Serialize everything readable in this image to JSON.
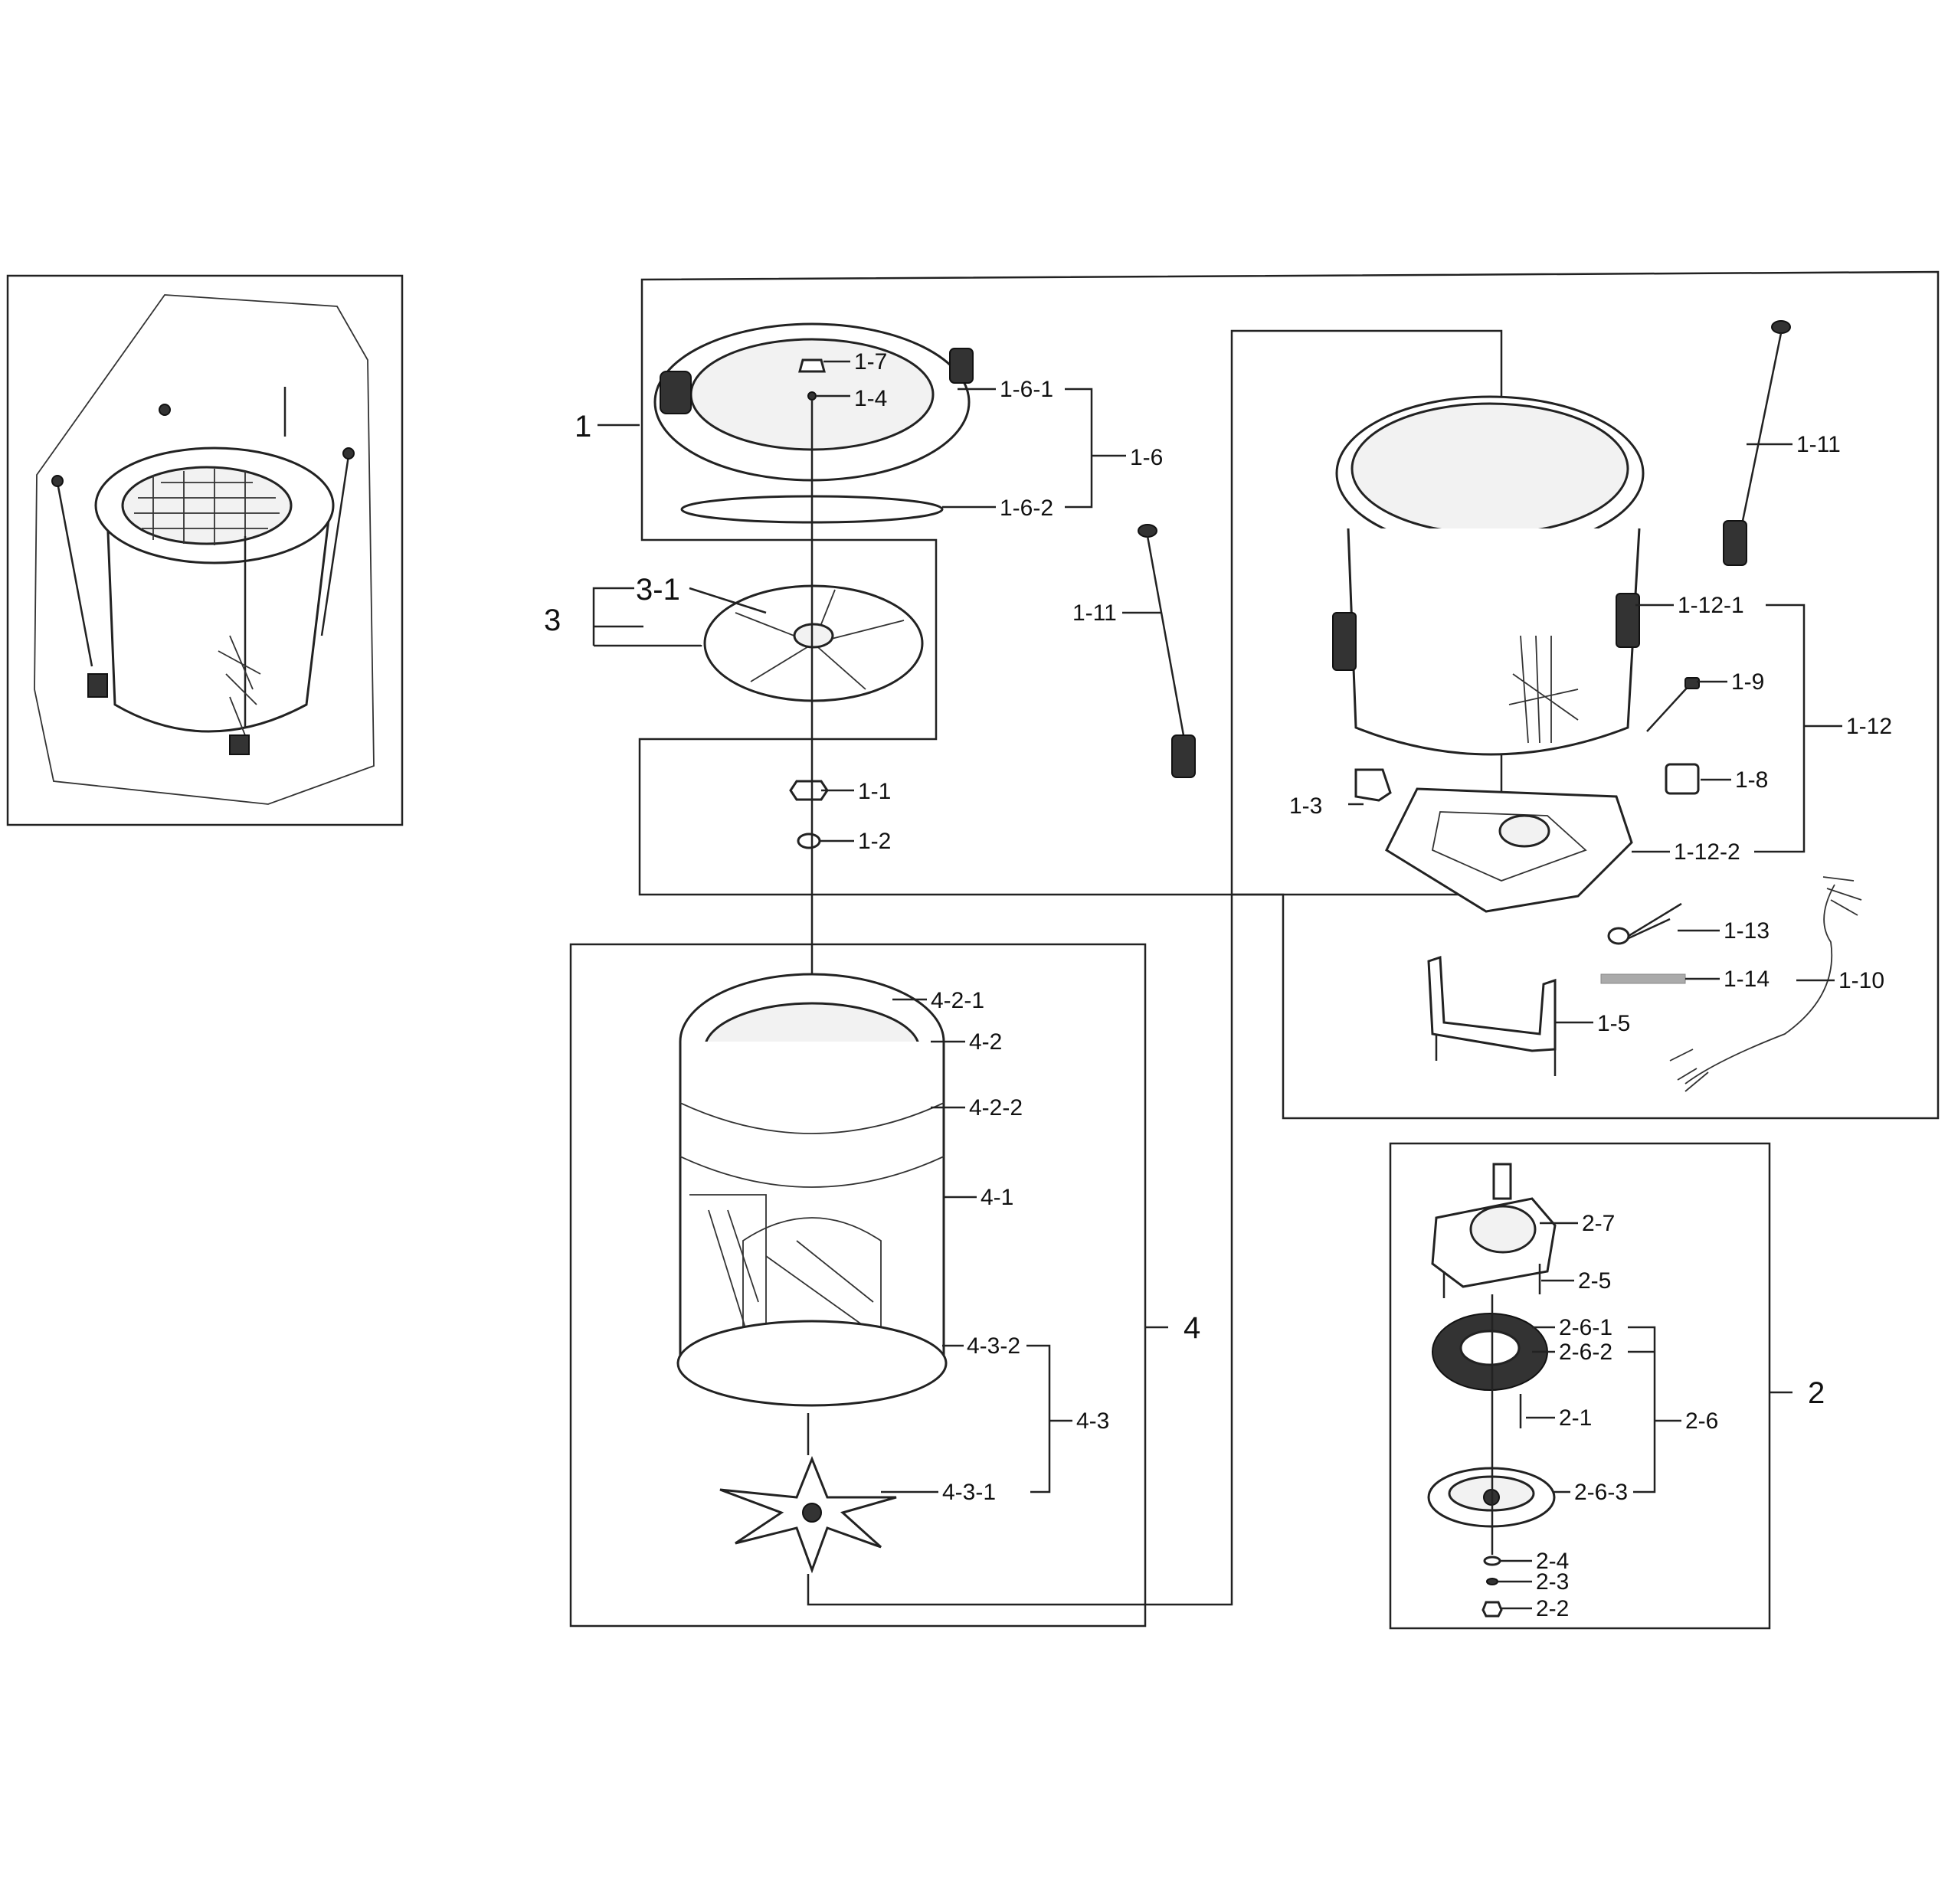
{
  "labels": {
    "l1": "1",
    "l1_1": "1-1",
    "l1_2": "1-2",
    "l1_3": "1-3",
    "l1_4": "1-4",
    "l1_5": "1-5",
    "l1_6": "1-6",
    "l1_6_1": "1-6-1",
    "l1_6_2": "1-6-2",
    "l1_7": "1-7",
    "l1_8": "1-8",
    "l1_9": "1-9",
    "l1_10": "1-10",
    "l1_11a": "1-11",
    "l1_11b": "1-11",
    "l1_12": "1-12",
    "l1_12_1": "1-12-1",
    "l1_12_2": "1-12-2",
    "l1_13": "1-13",
    "l1_14": "1-14",
    "l2": "2",
    "l2_1": "2-1",
    "l2_2": "2-2",
    "l2_3": "2-3",
    "l2_4": "2-4",
    "l2_5": "2-5",
    "l2_6": "2-6",
    "l2_6_1": "2-6-1",
    "l2_6_2": "2-6-2",
    "l2_6_3": "2-6-3",
    "l2_7": "2-7",
    "l3": "3",
    "l3_1": "3-1",
    "l4": "4",
    "l4_1": "4-1",
    "l4_2": "4-2",
    "l4_2_1": "4-2-1",
    "l4_2_2": "4-2-2",
    "l4_3": "4-3",
    "l4_3_1": "4-3-1",
    "l4_3_2": "4-3-2"
  }
}
